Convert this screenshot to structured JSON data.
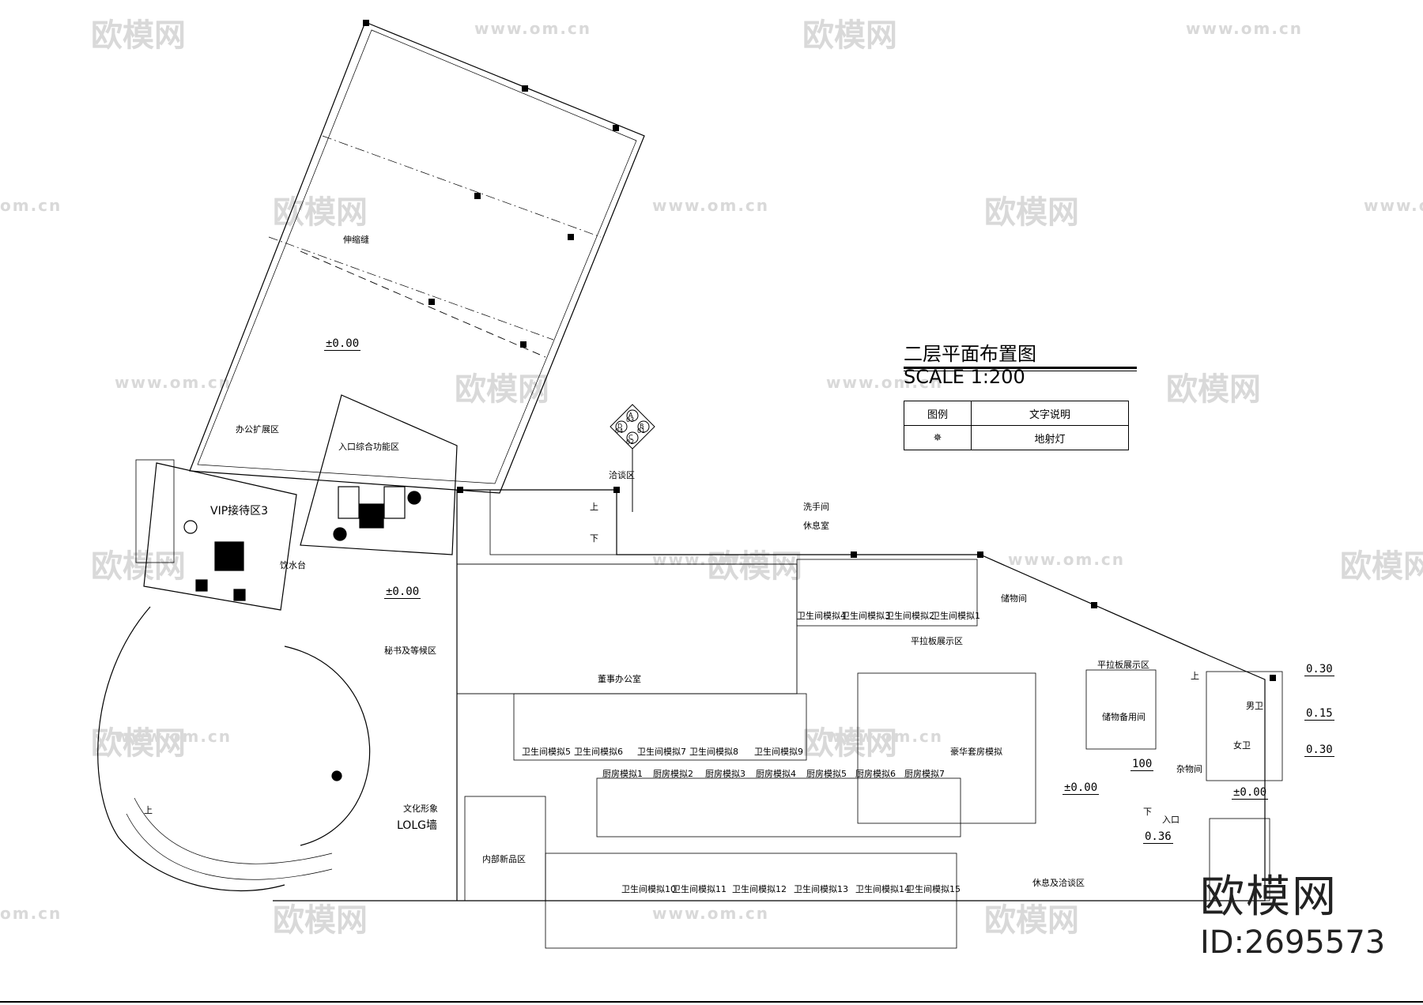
{
  "plan": {
    "title": "二层平面布置图",
    "scale": "SCALE 1:200",
    "legend": {
      "headers": [
        "图例",
        "文字说明"
      ],
      "rows": [
        {
          "symbol": "✵",
          "text": "地射灯"
        }
      ]
    }
  },
  "rooms": [
    {
      "key": "office_ext",
      "text": "办公扩展区"
    },
    {
      "key": "entrance",
      "text": "入口综合功能区"
    },
    {
      "key": "vip",
      "text": "VIP接待区3"
    },
    {
      "key": "bar",
      "text": "饮水台"
    },
    {
      "key": "secretary",
      "text": "秘书及等候区"
    },
    {
      "key": "culture",
      "text": "文化形象"
    },
    {
      "key": "logo_wall",
      "text": "LOLG墙"
    },
    {
      "key": "negotiation",
      "text": "洽谈区"
    },
    {
      "key": "handwash",
      "text": "洗手间"
    },
    {
      "key": "lounge",
      "text": "休息室"
    },
    {
      "key": "chairman",
      "text": "董事办公室"
    },
    {
      "key": "storage",
      "text": "储物间"
    },
    {
      "key": "flat_display",
      "text": "平拉板展示区"
    },
    {
      "key": "flat_display2",
      "text": "平拉板展示区"
    },
    {
      "key": "spare_room",
      "text": "储物备用间"
    },
    {
      "key": "luxury",
      "text": "豪华套房模拟"
    },
    {
      "key": "internal",
      "text": "内部新品区"
    },
    {
      "key": "rest",
      "text": "休息及洽谈区"
    },
    {
      "key": "male_wc",
      "text": "男卫"
    },
    {
      "key": "female_wc",
      "text": "女卫"
    },
    {
      "key": "utility",
      "text": "杂物间"
    },
    {
      "key": "expansion_joint",
      "text": "伸缩缝"
    },
    {
      "key": "entry",
      "text": "入口"
    },
    {
      "key": "down1",
      "text": "下"
    },
    {
      "key": "down2",
      "text": "下"
    },
    {
      "key": "up1",
      "text": "上"
    },
    {
      "key": "up2",
      "text": "上"
    },
    {
      "key": "up3",
      "text": "上"
    }
  ],
  "bath_row1": [
    "卫生间模拟4",
    "卫生间模拟3",
    "卫生间模拟2",
    "卫生间模拟1"
  ],
  "bath_row2": [
    "卫生间模拟5",
    "卫生间模拟6",
    "卫生间模拟7",
    "卫生间模拟8",
    "卫生间模拟9"
  ],
  "kitchens": [
    "厨房模拟1",
    "厨房模拟2",
    "厨房模拟3",
    "厨房模拟4",
    "厨房模拟5",
    "厨房模拟6",
    "厨房模拟7"
  ],
  "bath_row3": [
    "卫生间模拟10",
    "卫生间模拟11",
    "卫生间模拟12",
    "卫生间模拟13",
    "卫生间模拟14",
    "卫生间模拟15"
  ],
  "elevations": [
    "±0.00",
    "±0.00",
    "±0.00",
    "±0.00",
    "0.30",
    "0.15",
    "0.30",
    "0.36",
    "100"
  ],
  "compass": [
    "A",
    "B",
    "C",
    "D",
    "03",
    "01",
    "02",
    "04"
  ],
  "watermarks": {
    "logo": "欧模网",
    "url": "www.om.cn",
    "url_short": "om.cn"
  },
  "brand": {
    "name": "欧模网",
    "id": "ID:2695573"
  }
}
